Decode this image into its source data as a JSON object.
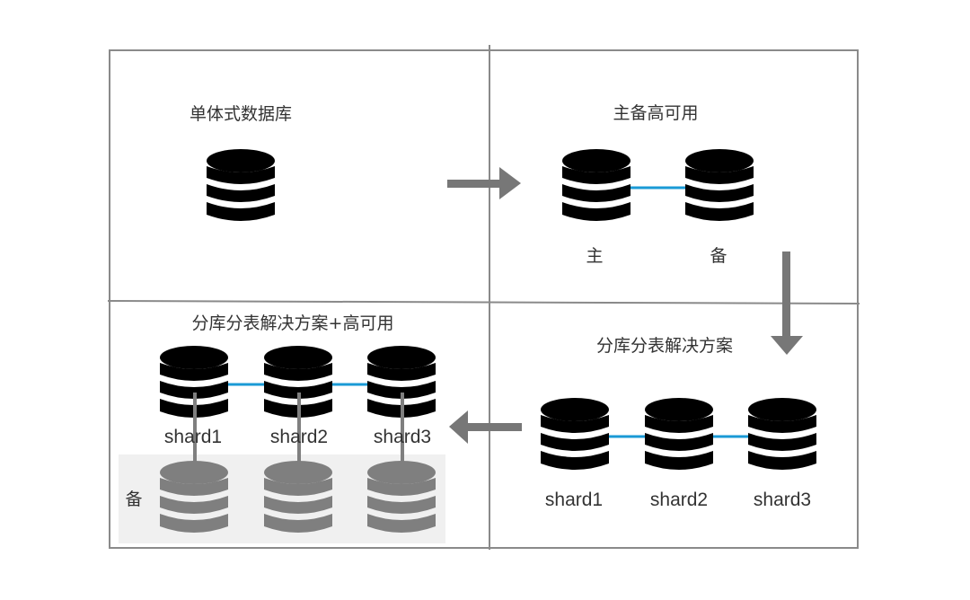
{
  "colors": {
    "border": "#8a8a8a",
    "db_primary": "#000000",
    "db_standby": "#7f7f7f",
    "replication_link": "#1a9ad6",
    "arrow": "#777777",
    "standby_zone": "#f0f0f0"
  },
  "panels": {
    "monolithic": {
      "title": "单体式数据库"
    },
    "master_standby": {
      "title": "主备高可用",
      "primary_label": "主",
      "standby_label": "备"
    },
    "sharding": {
      "title": "分库分表解决方案",
      "shards": [
        "shard1",
        "shard2",
        "shard3"
      ]
    },
    "sharding_ha": {
      "title": "分库分表解决方案+高可用",
      "shards": [
        "shard1",
        "shard2",
        "shard3"
      ],
      "standby_label": "备"
    }
  },
  "flow": [
    "单体式数据库",
    "主备高可用",
    "分库分表解决方案",
    "分库分表解决方案+高可用"
  ]
}
